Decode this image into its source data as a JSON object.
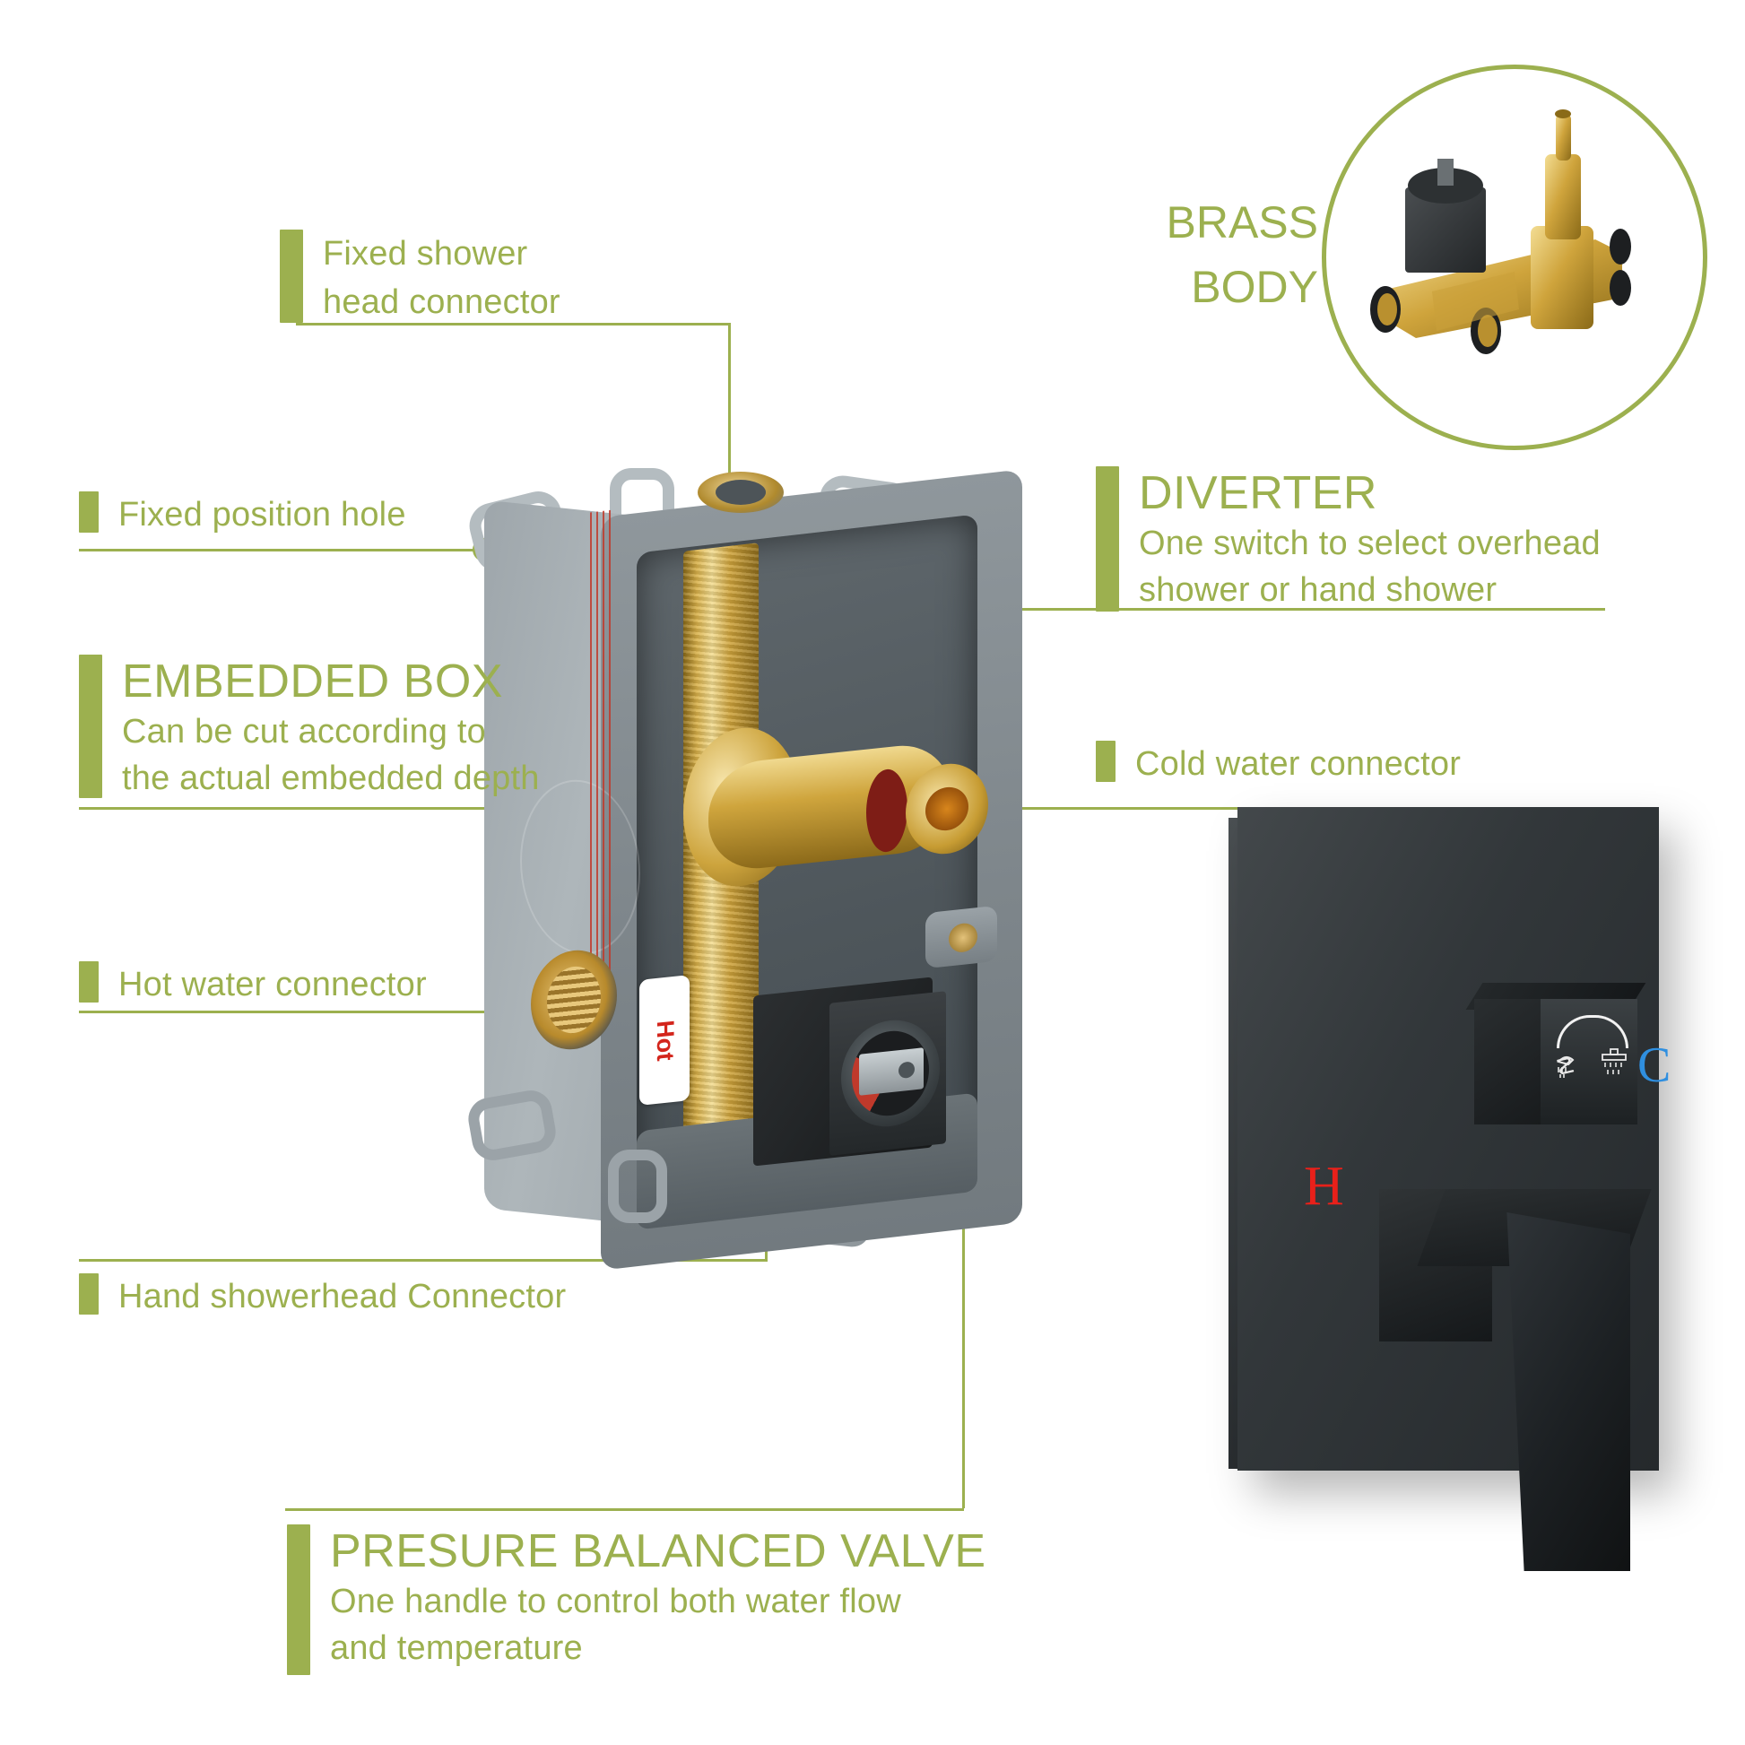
{
  "theme": {
    "accent_green": "#9cb04f",
    "hot_red": "#e8201a",
    "cold_blue": "#2f8fe0",
    "body_gray": "#9aa2a7",
    "brass": "#cfa43c",
    "matte_black": "#25292c"
  },
  "brass_inset": {
    "title_line1": "BRASS",
    "title_line2": "BODY",
    "icon": "brass-valve-body-photo"
  },
  "callouts": [
    {
      "id": "fixed-shower-head-connector",
      "type": "plain",
      "lines": [
        "Fixed shower",
        "head connector"
      ]
    },
    {
      "id": "fixed-position-hole",
      "type": "plain",
      "lines": [
        "Fixed position hole"
      ]
    },
    {
      "id": "embedded-box",
      "type": "heading",
      "heading": "EMBEDDED BOX",
      "lines": [
        "Can be cut according to",
        "the actual embedded depth"
      ]
    },
    {
      "id": "hot-water-connector",
      "type": "plain",
      "lines": [
        "Hot water connector"
      ]
    },
    {
      "id": "hand-showerhead-connector",
      "type": "plain",
      "lines": [
        "Hand showerhead Connector"
      ]
    },
    {
      "id": "diverter",
      "type": "heading",
      "heading": "DIVERTER",
      "lines": [
        "One switch to select overhead",
        "shower or hand shower"
      ]
    },
    {
      "id": "cold-water-connector",
      "type": "plain",
      "lines": [
        "Cold water connector"
      ]
    },
    {
      "id": "presure-balanced-valve",
      "type": "heading",
      "heading": "PRESURE BALANCED VALVE",
      "lines": [
        "One handle to control both water flow",
        "and temperature"
      ]
    }
  ],
  "valve_box": {
    "sticker_text": "Hot",
    "sticker_arrow": "red-arrow-icon"
  },
  "trim_plate": {
    "hot_mark": "H",
    "cold_mark": "C",
    "diverter_icons": [
      "hand-shower-icon",
      "rain-shower-icon"
    ],
    "arc": "selector-arc-icon"
  }
}
